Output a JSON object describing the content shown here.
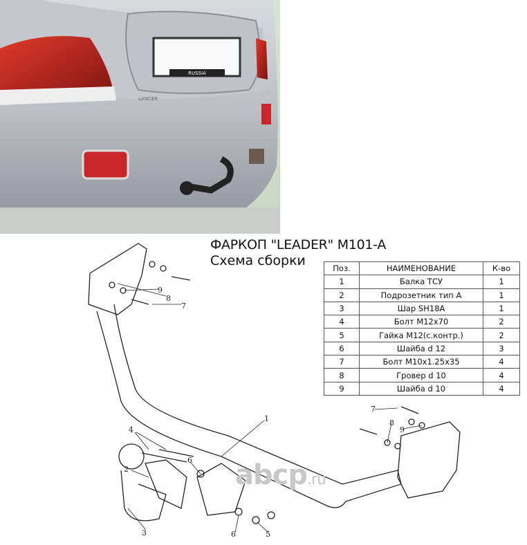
{
  "header": {
    "title": "ФАРКОП \"LEADER\" M101-A",
    "subtitle": "Схема сборки"
  },
  "photo": {
    "plate_text": "RUSSIA",
    "badge_text": "LANCER"
  },
  "parts_table": {
    "columns": [
      "Поз.",
      "НАИМЕНОВАНИЕ",
      "К-во"
    ],
    "rows": [
      {
        "pos": "1",
        "name": "Балка ТСУ",
        "qty": "1"
      },
      {
        "pos": "2",
        "name": "Подрозетник тип А",
        "qty": "1"
      },
      {
        "pos": "3",
        "name": "Шар SH18A",
        "qty": "1"
      },
      {
        "pos": "4",
        "name": "Болт М12х70",
        "qty": "2"
      },
      {
        "pos": "5",
        "name": "Гайка М12(с.контр.)",
        "qty": "2"
      },
      {
        "pos": "6",
        "name": "Шайба d 12",
        "qty": "3"
      },
      {
        "pos": "7",
        "name": "Болт М10х1.25х35",
        "qty": "4"
      },
      {
        "pos": "8",
        "name": "Гровер d 10",
        "qty": "4"
      },
      {
        "pos": "9",
        "name": "Шайба d 10",
        "qty": "4"
      }
    ]
  },
  "callouts": [
    "9",
    "8",
    "7",
    "1",
    "7",
    "8",
    "9",
    "4",
    "2",
    "6",
    "3",
    "6",
    "5"
  ],
  "watermark": {
    "main": "abcp",
    ".ru": ".ru"
  }
}
